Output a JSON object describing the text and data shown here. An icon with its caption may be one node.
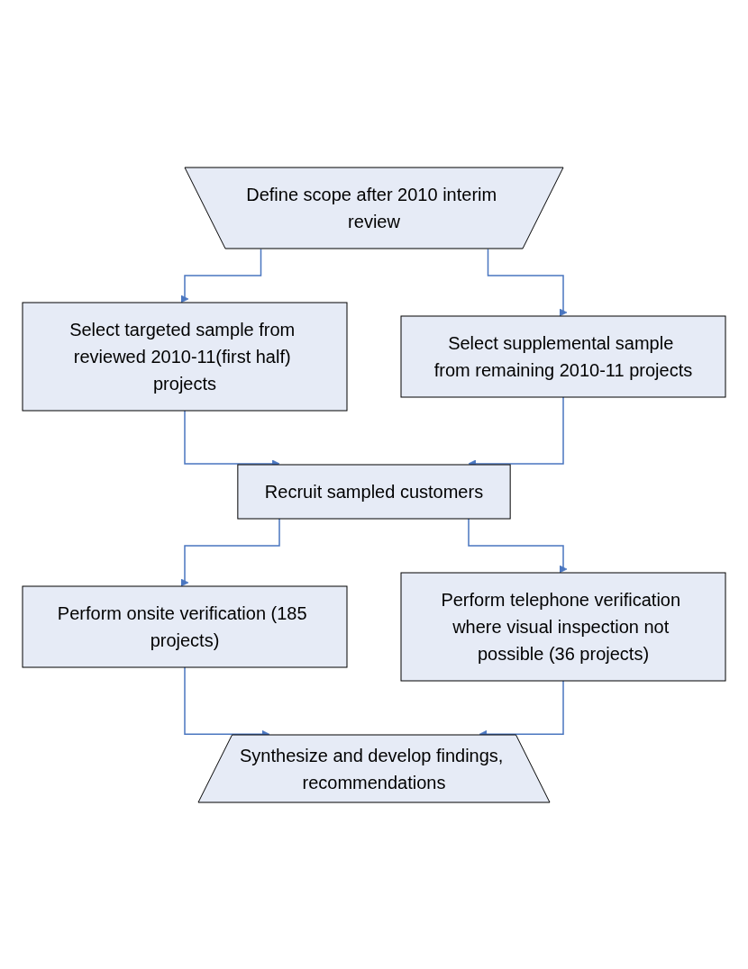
{
  "diagram": {
    "nodes": [
      {
        "text": [
          "Define scope after 2010 interim review"
        ]
      },
      {
        "text": [
          "Select targeted sample from reviewed 2010-11(first half) projects"
        ]
      },
      {
        "text": [
          "Select supplemental sample from remaining 2010-11 projects"
        ]
      },
      {
        "text": [
          "Recruit sampled customers"
        ]
      },
      {
        "text": [
          "Perform onsite verification (185 projects)"
        ]
      },
      {
        "text": [
          "Perform telephone verification where visual inspection not possible (36 projects)"
        ]
      },
      {
        "text": [
          "Synthesize and develop findings, recommendations"
        ]
      }
    ],
    "edges": [
      {
        "from": 0,
        "to": 1,
        "arrow": "to"
      },
      {
        "from": 0,
        "to": 2,
        "arrow": "to"
      },
      {
        "from": 1,
        "to": 3,
        "arrow": "to"
      },
      {
        "from": 2,
        "to": 3,
        "arrow": "to"
      },
      {
        "from": 3,
        "to": 4,
        "arrow": "to"
      },
      {
        "from": 3,
        "to": 5,
        "arrow": "to"
      },
      {
        "from": 4,
        "to": 6,
        "arrow": "to"
      },
      {
        "from": 5,
        "to": 6,
        "arrow": "to"
      }
    ]
  }
}
